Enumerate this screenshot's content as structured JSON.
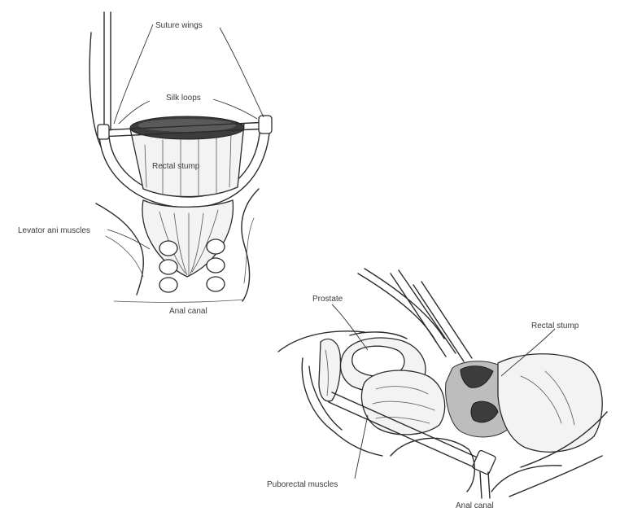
{
  "labels": {
    "suture_wings": "Suture wings",
    "silk_loops": "Silk loops",
    "rectal_stump_top": "Rectal stump",
    "levator_ani": "Levator ani muscles",
    "anal_canal_top": "Anal canal",
    "prostate": "Prostate",
    "rectal_stump_bottom": "Rectal stump",
    "puborectal": "Puborectal muscles",
    "anal_canal_bottom": "Anal canal"
  }
}
